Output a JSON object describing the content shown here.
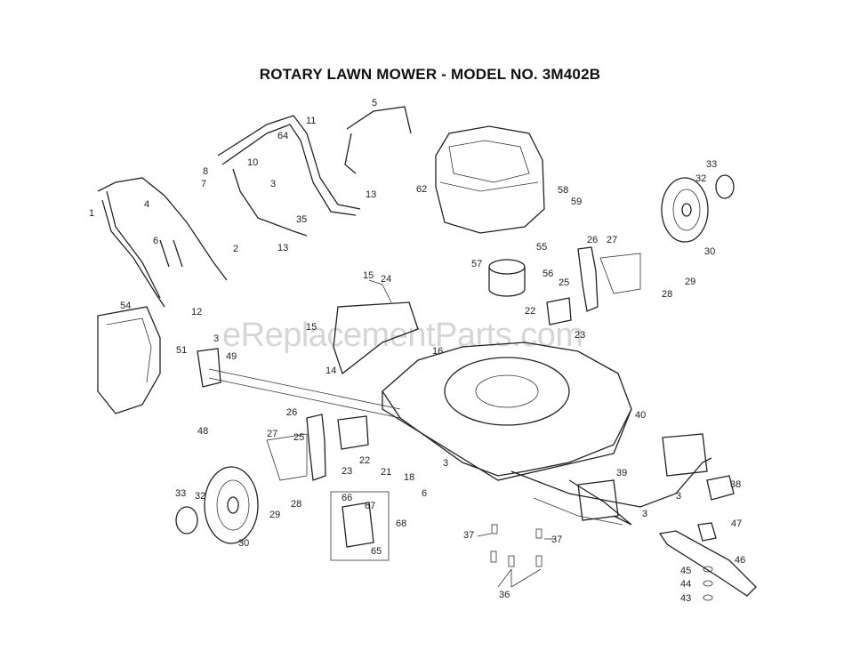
{
  "title": "ROTARY LAWN MOWER - MODEL NO.  3M402B",
  "watermark": "eReplacementParts.com",
  "callouts": [
    "1",
    "2",
    "3",
    "3",
    "3",
    "3",
    "3",
    "4",
    "5",
    "6",
    "6",
    "7",
    "8",
    "10",
    "11",
    "12",
    "13",
    "13",
    "14",
    "15",
    "15",
    "16",
    "18",
    "21",
    "22",
    "22",
    "23",
    "23",
    "24",
    "25",
    "25",
    "26",
    "26",
    "27",
    "27",
    "28",
    "28",
    "29",
    "29",
    "30",
    "30",
    "32",
    "32",
    "33",
    "33",
    "35",
    "36",
    "37",
    "37",
    "38",
    "39",
    "40",
    "43",
    "44",
    "45",
    "46",
    "47",
    "48",
    "49",
    "51",
    "54",
    "55",
    "56",
    "57",
    "58",
    "59",
    "62",
    "64",
    "65",
    "66",
    "67",
    "68"
  ]
}
